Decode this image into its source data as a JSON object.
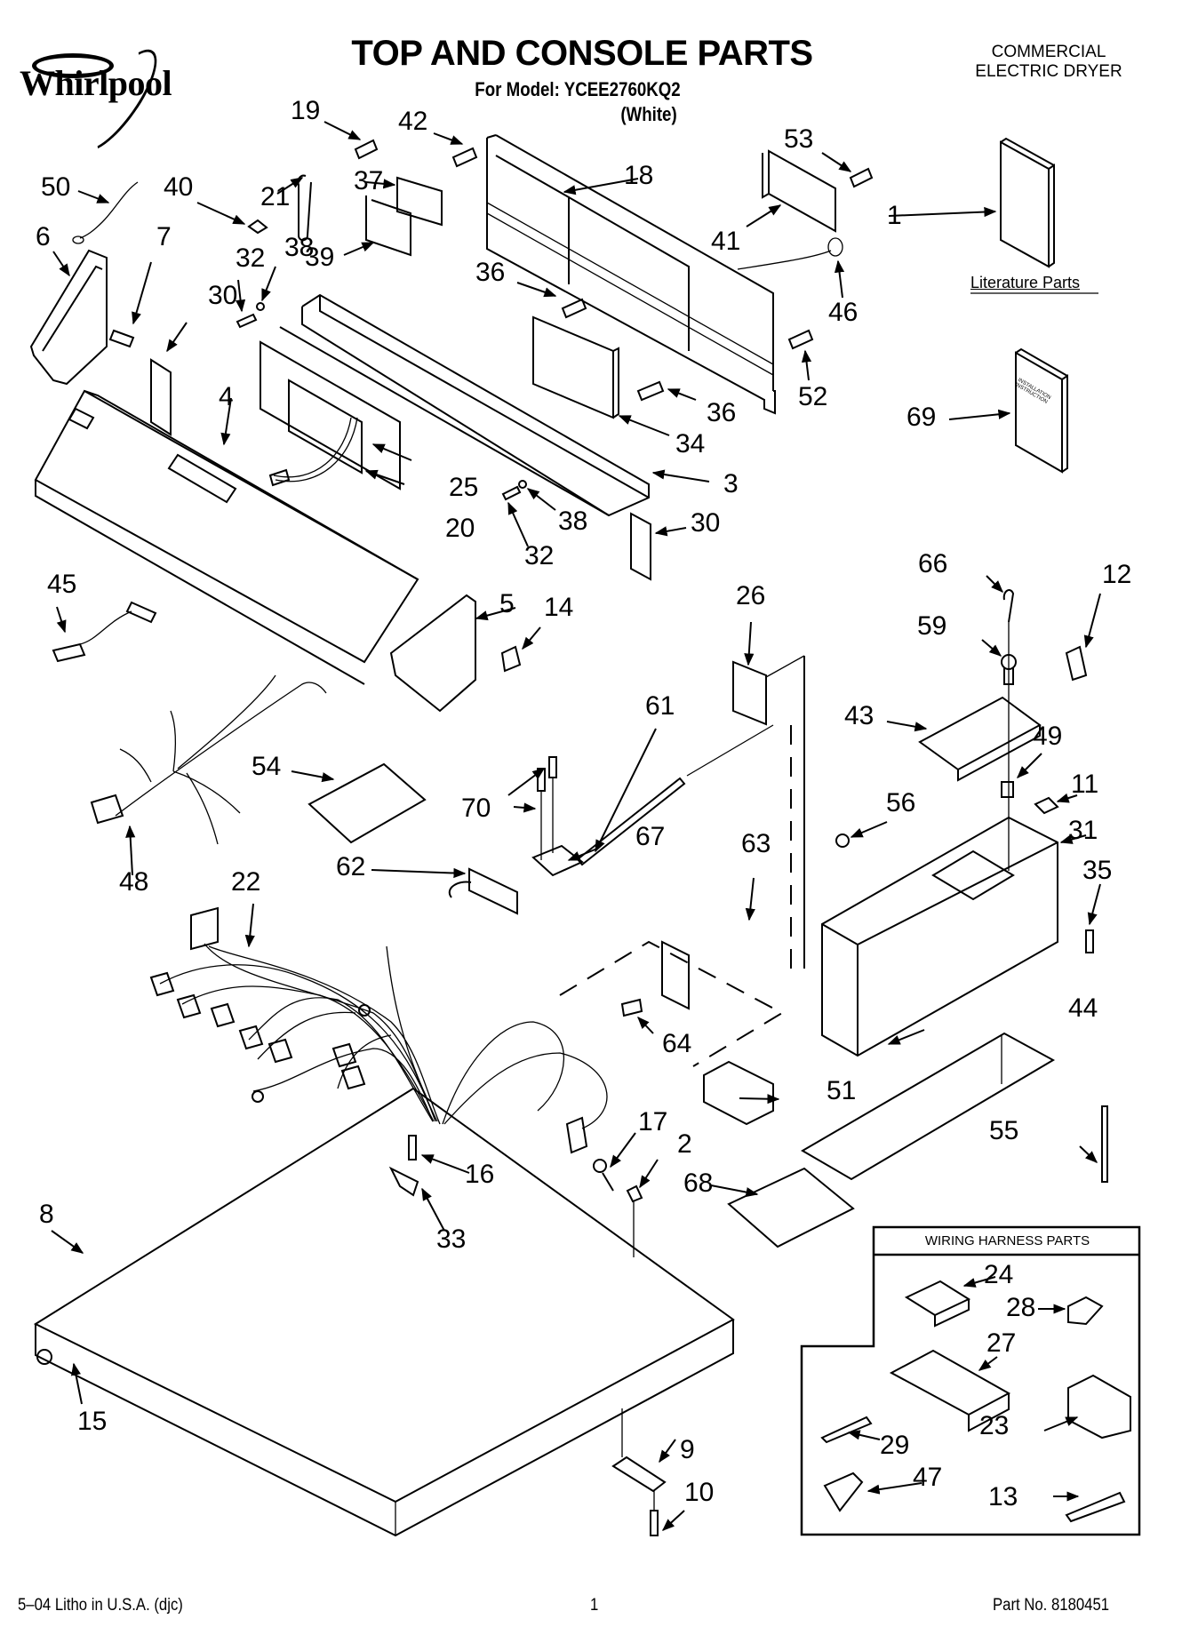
{
  "header": {
    "brand": "Whirlpool",
    "title": "TOP AND CONSOLE PARTS",
    "model_line": "For Model: YCEE2760KQ2",
    "color_note": "(White)",
    "product_type_line1": "COMMERCIAL",
    "product_type_line2": "ELECTRIC DRYER"
  },
  "sections": {
    "literature_label": "Literature Parts",
    "wiring_harness_label": "WIRING HARNESS PARTS",
    "manual_cover_line1": "INSTALLATION",
    "manual_cover_line2": "INSTRUCTION"
  },
  "callouts": [
    "19",
    "42",
    "53",
    "50",
    "40",
    "21",
    "37",
    "18",
    "1",
    "6",
    "7",
    "32",
    "38",
    "39",
    "41",
    "46",
    "30",
    "36",
    "52",
    "69",
    "4",
    "34",
    "25",
    "36",
    "3",
    "20",
    "38",
    "30",
    "32",
    "45",
    "5",
    "14",
    "26",
    "66",
    "12",
    "59",
    "61",
    "43",
    "49",
    "54",
    "70",
    "11",
    "56",
    "31",
    "48",
    "62",
    "67",
    "63",
    "22",
    "35",
    "64",
    "44",
    "51",
    "17",
    "55",
    "16",
    "2",
    "68",
    "8",
    "33",
    "24",
    "28",
    "27",
    "15",
    "29",
    "23",
    "9",
    "10",
    "47",
    "13"
  ],
  "footer": {
    "litho": "5–04 Litho in U.S.A. (djc)",
    "page_number": "1",
    "part_number": "Part No. 8180451"
  }
}
